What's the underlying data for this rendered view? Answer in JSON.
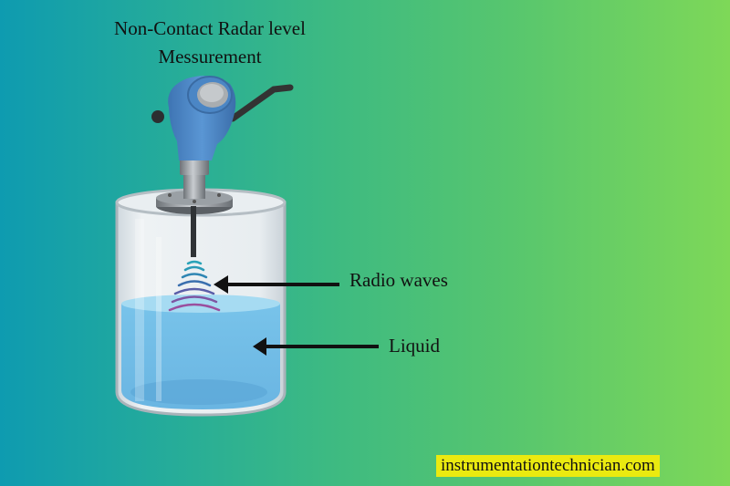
{
  "title": {
    "line1": "Non-Contact Radar level",
    "line2": "Messurement"
  },
  "labels": {
    "radio_waves": "Radio waves",
    "liquid": "Liquid"
  },
  "watermark": "instrumentationtechnician.com",
  "components": {
    "transmitter": "radar-transmitter-icon",
    "tank": "tank-icon",
    "waves": "radio-wave-icon",
    "arrows": "arrow-left-icon"
  },
  "colors": {
    "transmitter_body": "#4a86c6",
    "liquid": "#7cc4ea",
    "watermark_bg": "#eaea10",
    "wave_near": "#2a9fb8",
    "wave_far": "#9a4f9e"
  }
}
